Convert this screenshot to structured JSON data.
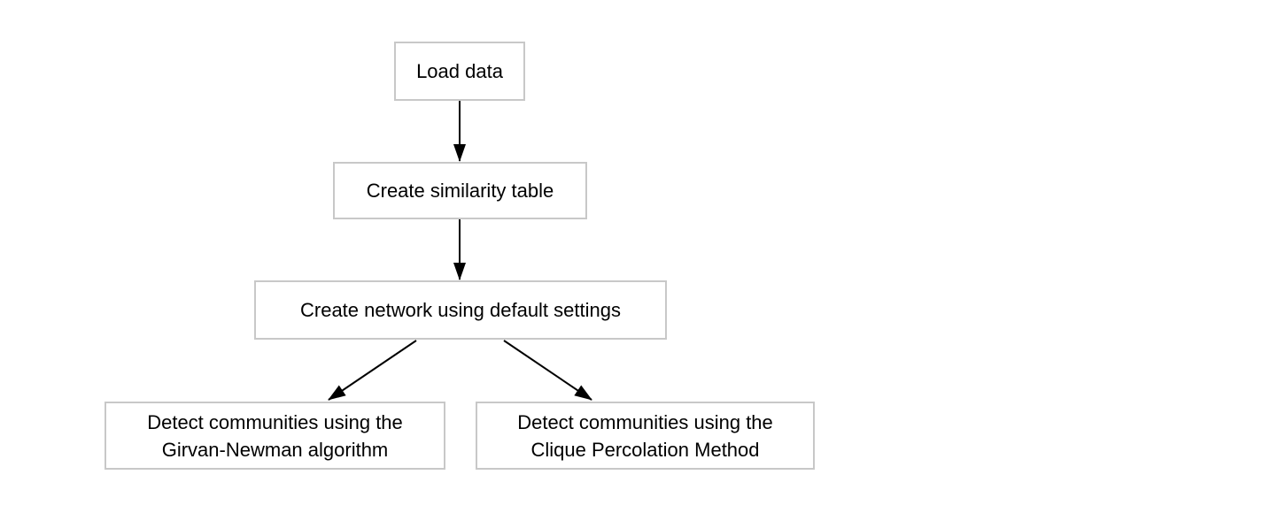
{
  "flowchart": {
    "background_color": "#ffffff",
    "box_fill_color": "#ffffff",
    "box_border_color": "#c8c8c8",
    "text_color": "#000000",
    "arrow_color": "#000000",
    "nodes": [
      {
        "id": "load-data",
        "lines": [
          "Load data"
        ]
      },
      {
        "id": "create-similarity-table",
        "lines": [
          "Create similarity table"
        ]
      },
      {
        "id": "create-network",
        "lines": [
          "Create network using default settings"
        ]
      },
      {
        "id": "detect-girvan-newman",
        "lines": [
          "Detect communities using the",
          "Girvan-Newman algorithm"
        ]
      },
      {
        "id": "detect-clique-percolation",
        "lines": [
          "Detect communities using the",
          "Clique Percolation Method"
        ]
      }
    ],
    "edges": [
      {
        "from": "load-data",
        "to": "create-similarity-table"
      },
      {
        "from": "create-similarity-table",
        "to": "create-network"
      },
      {
        "from": "create-network",
        "to": "detect-girvan-newman"
      },
      {
        "from": "create-network",
        "to": "detect-clique-percolation"
      }
    ]
  }
}
